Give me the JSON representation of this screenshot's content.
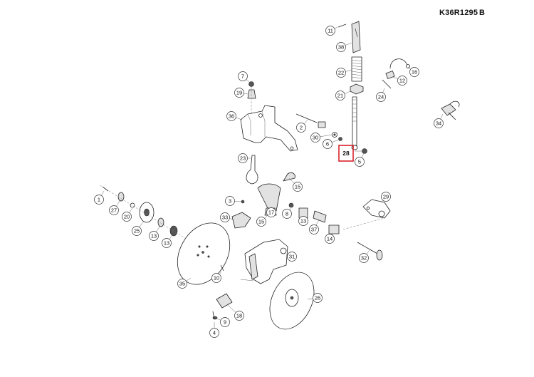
{
  "header": {
    "drawing_code": "K36R1295",
    "revision": "B"
  },
  "highlight": {
    "label": "28",
    "color": "#d9232b"
  },
  "callouts": [
    {
      "id": "c11",
      "label": "11"
    },
    {
      "id": "c38",
      "label": "38"
    },
    {
      "id": "c22",
      "label": "22"
    },
    {
      "id": "c21",
      "label": "21"
    },
    {
      "id": "c28",
      "label": "28"
    },
    {
      "id": "c5a",
      "label": "5"
    },
    {
      "id": "c16",
      "label": "16"
    },
    {
      "id": "c12",
      "label": "12"
    },
    {
      "id": "c24",
      "label": "24"
    },
    {
      "id": "c34",
      "label": "34"
    },
    {
      "id": "c7",
      "label": "7"
    },
    {
      "id": "c19",
      "label": "19"
    },
    {
      "id": "c36",
      "label": "36"
    },
    {
      "id": "c23",
      "label": "23"
    },
    {
      "id": "c2",
      "label": "2"
    },
    {
      "id": "c30",
      "label": "30"
    },
    {
      "id": "c6",
      "label": "6"
    },
    {
      "id": "c15a",
      "label": "15"
    },
    {
      "id": "c3",
      "label": "3"
    },
    {
      "id": "c33",
      "label": "33"
    },
    {
      "id": "c15b",
      "label": "15"
    },
    {
      "id": "c17",
      "label": "17"
    },
    {
      "id": "c8",
      "label": "8"
    },
    {
      "id": "c13a",
      "label": "13"
    },
    {
      "id": "c37",
      "label": "37"
    },
    {
      "id": "c14",
      "label": "14"
    },
    {
      "id": "c29",
      "label": "29"
    },
    {
      "id": "c32",
      "label": "32"
    },
    {
      "id": "c1",
      "label": "1"
    },
    {
      "id": "c27",
      "label": "27"
    },
    {
      "id": "c20",
      "label": "20"
    },
    {
      "id": "c25",
      "label": "25"
    },
    {
      "id": "c13b",
      "label": "13"
    },
    {
      "id": "c13c",
      "label": "13"
    },
    {
      "id": "c35",
      "label": "35"
    },
    {
      "id": "c31",
      "label": "31"
    },
    {
      "id": "c10",
      "label": "10"
    },
    {
      "id": "c26",
      "label": "26"
    },
    {
      "id": "c18",
      "label": "18"
    },
    {
      "id": "c9",
      "label": "9"
    },
    {
      "id": "c4",
      "label": "4"
    }
  ]
}
